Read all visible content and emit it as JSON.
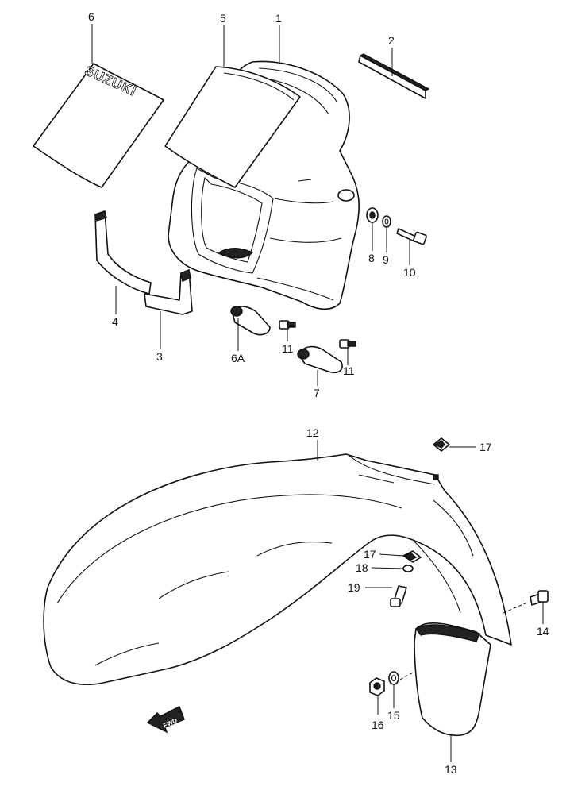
{
  "diagram": {
    "callouts": [
      {
        "id": "c1",
        "label": "1"
      },
      {
        "id": "c2",
        "label": "2"
      },
      {
        "id": "c3",
        "label": "3"
      },
      {
        "id": "c4",
        "label": "4"
      },
      {
        "id": "c5",
        "label": "5"
      },
      {
        "id": "c6",
        "label": "6"
      },
      {
        "id": "c6a",
        "label": "6A"
      },
      {
        "id": "c7",
        "label": "7"
      },
      {
        "id": "c8",
        "label": "8"
      },
      {
        "id": "c9",
        "label": "9"
      },
      {
        "id": "c10",
        "label": "10"
      },
      {
        "id": "c11a",
        "label": "11"
      },
      {
        "id": "c11b",
        "label": "11"
      },
      {
        "id": "c12",
        "label": "12"
      },
      {
        "id": "c13",
        "label": "13"
      },
      {
        "id": "c14",
        "label": "14"
      },
      {
        "id": "c15",
        "label": "15"
      },
      {
        "id": "c16",
        "label": "16"
      },
      {
        "id": "c17a",
        "label": "17"
      },
      {
        "id": "c17b",
        "label": "17"
      },
      {
        "id": "c18",
        "label": "18"
      },
      {
        "id": "c19",
        "label": "19"
      }
    ],
    "logo_text": "SUZUKI",
    "arrow_text": "FWD"
  }
}
